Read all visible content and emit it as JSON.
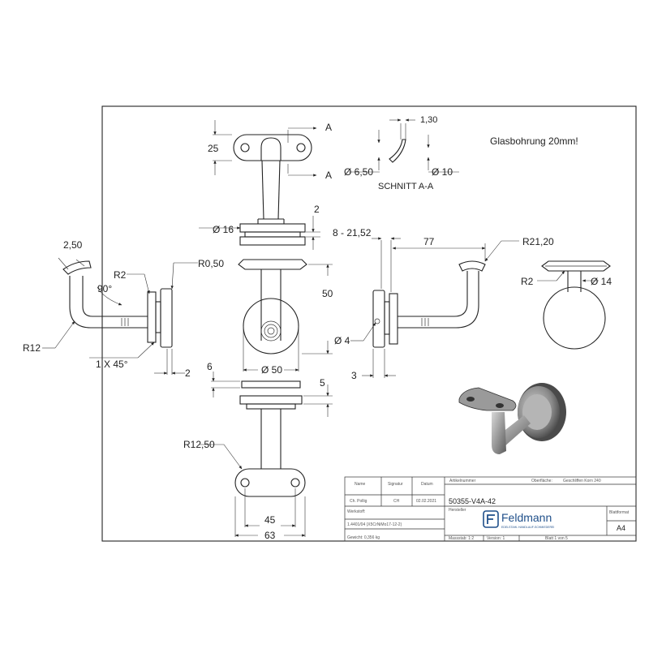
{
  "drawing": {
    "note": "Glasbohrung 20mm!",
    "section_label": "SCHNITT A-A",
    "section_marker": "A",
    "dimensions": {
      "top_height": "25",
      "wall_thickness": "1,30",
      "dia_650": "Ø 6,50",
      "dia_10": "Ø 10",
      "dia_16": "Ø 16",
      "gap_2_top": "2",
      "r250": "2,50",
      "r2_left": "R2",
      "angle_90": "90°",
      "r12": "R12",
      "chamfer": "1 X 45°",
      "gap_2_left": "2",
      "r050": "R0,50",
      "height_50": "50",
      "dia_50": "Ø 50",
      "six": "6",
      "five": "5",
      "r1250": "R12,50",
      "w45": "45",
      "w63": "63",
      "range": "8 - 21,52",
      "len77": "77",
      "dia_4": "Ø 4",
      "three": "3",
      "r2120": "R21,20",
      "r2_right": "R2",
      "dia_14": "Ø 14"
    }
  },
  "title_block": {
    "header_article": "Artikelnummer",
    "header_surface": "Oberfläche:",
    "surface_value": "Geschliffen Korn 240",
    "col_name": "Name",
    "col_signature": "Signatur",
    "col_date": "Datum",
    "drawn_by": "Ch. Pollig",
    "signature": "CH",
    "date": "02.02.2021",
    "article_number": "50355-V4A-42",
    "manufacturer_label": "Hersteller",
    "material_label": "Werkstoff:",
    "material_value": "1.4401/04 (X5CrNiMo17-12-2)",
    "company": "Feldmann",
    "company_tagline": "EDELSTAHL HANDLAUF-SCHMIEDEREI",
    "sheet_format_label": "Blattformat",
    "sheet_format": "A4",
    "weight": "Gewicht: 0,356 kg",
    "scale": "Massstab: 1:2",
    "version": "Version: 1",
    "sheet": "Blatt 1 von 5"
  }
}
